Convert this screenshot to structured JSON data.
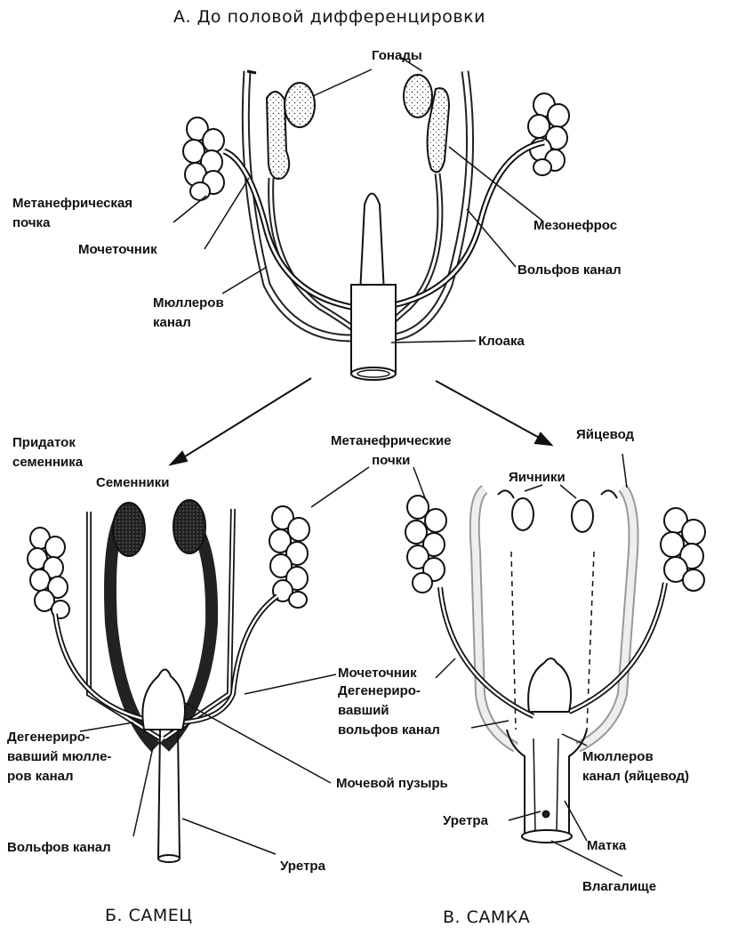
{
  "titles": {
    "top": "А. До половой дифференцировки",
    "male": "Б. САМЕЦ",
    "female": "В. САМКА"
  },
  "top_labels": {
    "gonads": "Гонады",
    "metanephric_kidney": "Метанефрическая\nпочка",
    "ureter": "Мочеточник",
    "mesonephros": "Мезонефрос",
    "wolffian_duct": "Вольфов  канал",
    "mullerian_duct": "Мюллеров\nканал",
    "cloaca": "Клоака"
  },
  "male_labels": {
    "epididymis": "Придаток\nсеменника",
    "testes": "Семенники",
    "degenerated_mullerian": "Дегенериро-\nвавший  мюлле-\nров канал",
    "wolffian_duct": "Вольфов  канал",
    "urethra": "Уретра"
  },
  "shared_labels": {
    "metanephric_kidneys": "Метанефрические\nпочки",
    "ureter": "Мочеточник",
    "bladder": "Мочевой  пузырь"
  },
  "female_labels": {
    "oviduct": "Яйцевод",
    "ovaries": "Яичники",
    "degenerated_wolffian": "Дегенериро-\nвавший\nвольфов канал",
    "mullerian_oviduct": "Мюллеров\nканал (яйцевод)",
    "urethra": "Уретра",
    "uterus": "Матка",
    "vagina": "Влагалище"
  }
}
